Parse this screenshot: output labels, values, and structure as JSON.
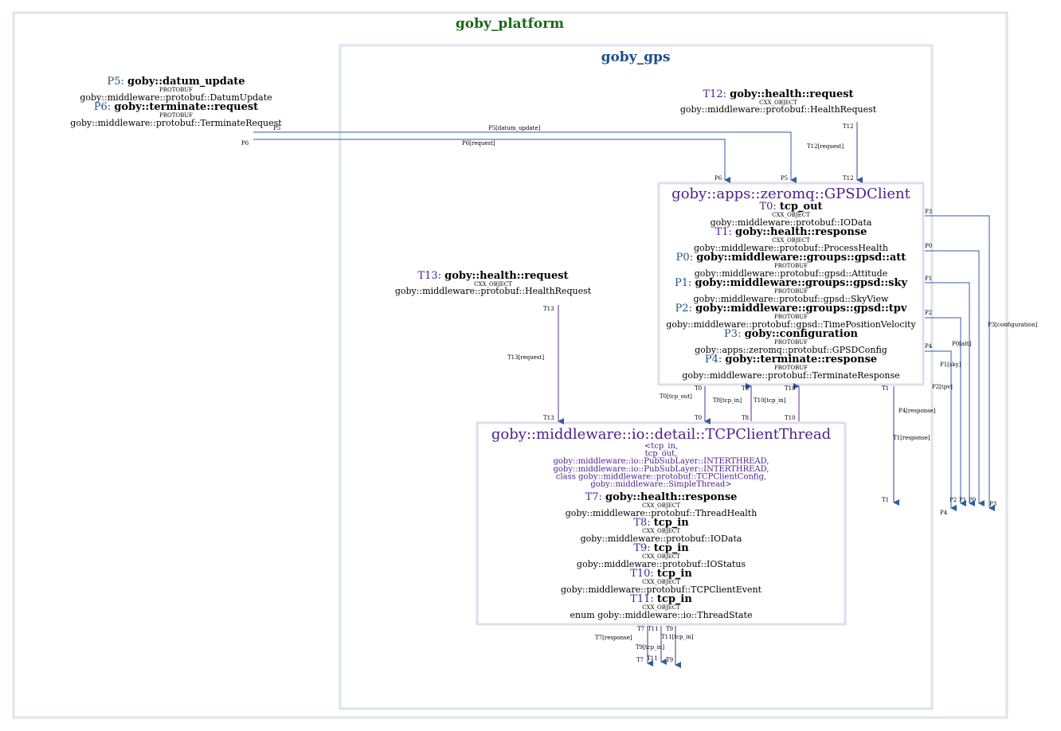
{
  "clusters": {
    "platform": "goby_platform",
    "gps": "goby_gps"
  },
  "external_publish": {
    "p5_id": "P5: ",
    "p5_name": "goby::datum_update",
    "p5_scheme": "PROTOBUF",
    "p5_type": "goby::middleware::protobuf::DatumUpdate",
    "p6_id": "P6: ",
    "p6_name": "goby::terminate::request",
    "p6_scheme": "PROTOBUF",
    "p6_type": "goby::middleware::protobuf::TerminateRequest"
  },
  "t12_block": {
    "id": "T12: ",
    "name": "goby::health::request",
    "scheme": "CXX_OBJECT",
    "type": "goby::middleware::protobuf::HealthRequest"
  },
  "t13_block": {
    "id": "T13: ",
    "name": "goby::health::request",
    "scheme": "CXX_OBJECT",
    "type": "goby::middleware::protobuf::HealthRequest"
  },
  "gpsd_client": {
    "title": "goby::apps::zeromq::GPSDClient",
    "entries": [
      {
        "id": "T0: ",
        "name": "tcp_out",
        "scheme": "CXX_OBJECT",
        "type": "goby::middleware::protobuf::IOData",
        "color": "purple"
      },
      {
        "id": "T1: ",
        "name": "goby::health::response",
        "scheme": "CXX_OBJECT",
        "type": "goby::middleware::protobuf::ProcessHealth",
        "color": "purple"
      },
      {
        "id": "P0: ",
        "name": "goby::middleware::groups::gpsd::att",
        "scheme": "PROTOBUF",
        "type": "goby::middleware::protobuf::gpsd::Attitude",
        "color": "blue"
      },
      {
        "id": "P1: ",
        "name": "goby::middleware::groups::gpsd::sky",
        "scheme": "PROTOBUF",
        "type": "goby::middleware::protobuf::gpsd::SkyView",
        "color": "blue"
      },
      {
        "id": "P2: ",
        "name": "goby::middleware::groups::gpsd::tpv",
        "scheme": "PROTOBUF",
        "type": "goby::middleware::protobuf::gpsd::TimePositionVelocity",
        "color": "blue"
      },
      {
        "id": "P3: ",
        "name": "goby::configuration",
        "scheme": "PROTOBUF",
        "type": "goby::apps::zeromq::protobuf::GPSDConfig",
        "color": "blue"
      },
      {
        "id": "P4: ",
        "name": "goby::terminate::response",
        "scheme": "PROTOBUF",
        "type": "goby::middleware::protobuf::TerminateResponse",
        "color": "blue"
      }
    ]
  },
  "tcp_thread": {
    "title": "goby::middleware::io::detail::TCPClientThread",
    "template_lines": [
      "<tcp_in,",
      "tcp_out,",
      "goby::middleware::io::PubSubLayer::INTERTHREAD,",
      "goby::middleware::io::PubSubLayer::INTERTHREAD,",
      "class goby::middleware::protobuf::TCPClientConfig,",
      "goby::middleware::SimpleThread>"
    ],
    "entries": [
      {
        "id": "T7: ",
        "name": "goby::health::response",
        "scheme": "CXX_OBJECT",
        "type": "goby::middleware::protobuf::ThreadHealth"
      },
      {
        "id": "T8: ",
        "name": "tcp_in",
        "scheme": "CXX_OBJECT",
        "type": "goby::middleware::protobuf::IOData"
      },
      {
        "id": "T9: ",
        "name": "tcp_in",
        "scheme": "CXX_OBJECT",
        "type": "goby::middleware::protobuf::IOStatus"
      },
      {
        "id": "T10: ",
        "name": "tcp_in",
        "scheme": "CXX_OBJECT",
        "type": "goby::middleware::protobuf::TCPClientEvent"
      },
      {
        "id": "T11: ",
        "name": "tcp_in",
        "scheme": "CXX_OBJECT",
        "type": "enum goby::middleware::io::ThreadState"
      }
    ]
  },
  "edge_labels": {
    "p5": "P5[datum_update]",
    "p6": "P6[request]",
    "t12": "T12[request]",
    "t13": "T13[request]",
    "t0": "T0[tcp_out]",
    "t8": "T8[tcp_in]",
    "t10": "T10[tcp_in]",
    "t1": "T1[response]",
    "p4": "P4[response]",
    "p2": "P2[tpv]",
    "p1": "P1[sky]",
    "p0": "P0[att]",
    "p3": "P3[configuration]",
    "t7": "T7[response]",
    "t9": "T9[tcp_in]",
    "t11": "T11[tcp_in]"
  },
  "port_labels": {
    "P5": "P5",
    "P6": "P6",
    "T12": "T12",
    "T13": "T13",
    "T0": "T0",
    "T1": "T1",
    "T7": "T7",
    "T8": "T8",
    "T9": "T9",
    "T10": "T10",
    "T11": "T11",
    "P0": "P0",
    "P1": "P1",
    "P2": "P2",
    "P3": "P3",
    "P4": "P4"
  }
}
